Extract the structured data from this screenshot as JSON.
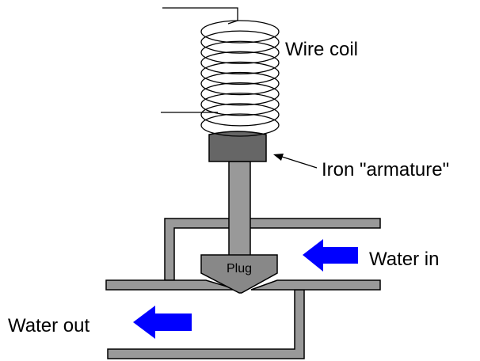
{
  "labels": {
    "wire_coil": "Wire coil",
    "armature": "Iron \"armature\"",
    "water_in": "Water in",
    "water_out": "Water out",
    "plug": "Plug"
  },
  "colors": {
    "pipe": "#999999",
    "plug": "#888888",
    "armature": "#666666",
    "arrow": "#0000ff",
    "line": "#000000"
  }
}
